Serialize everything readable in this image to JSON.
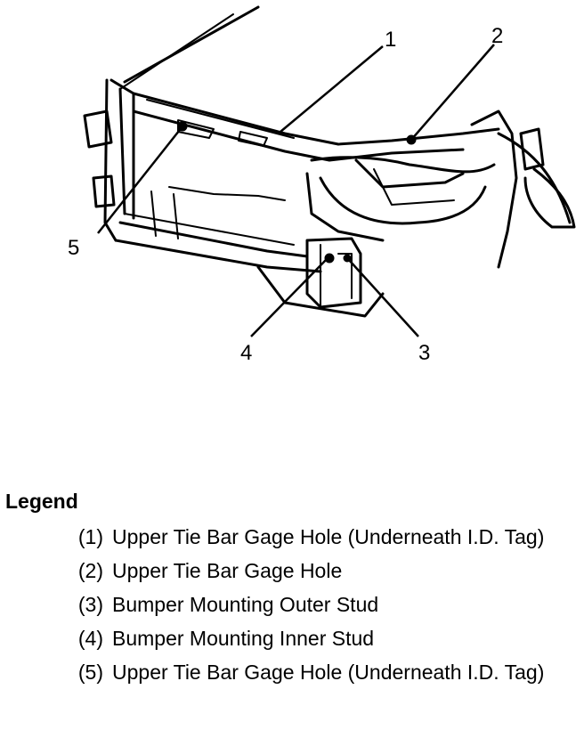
{
  "diagram": {
    "callouts": [
      "1",
      "2",
      "3",
      "4",
      "5"
    ]
  },
  "legend": {
    "title": "Legend",
    "items": [
      {
        "num": "(1)",
        "text": "Upper Tie Bar Gage Hole (Underneath I.D. Tag)"
      },
      {
        "num": "(2)",
        "text": "Upper Tie Bar Gage Hole"
      },
      {
        "num": "(3)",
        "text": "Bumper Mounting Outer Stud"
      },
      {
        "num": "(4)",
        "text": "Bumper Mounting Inner Stud"
      },
      {
        "num": "(5)",
        "text": "Upper Tie Bar Gage Hole (Underneath I.D. Tag)"
      }
    ]
  }
}
